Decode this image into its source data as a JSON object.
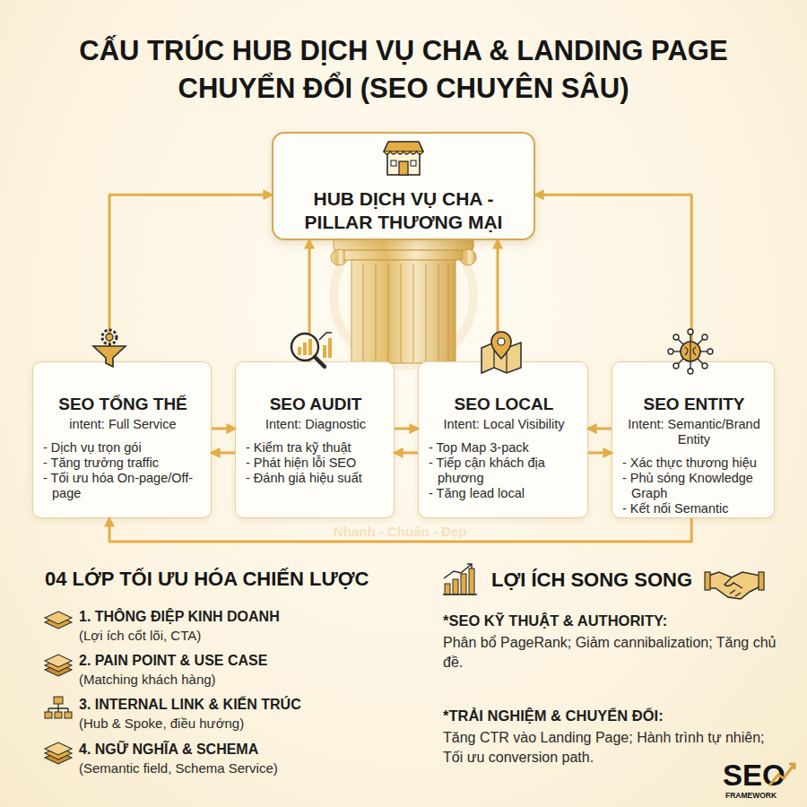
{
  "diagram": {
    "title": "CẤU TRÚC HUB DỊCH VỤ CHA & LANDING PAGE CHUYỂN ĐỔI (SEO CHUYÊN SÂU)",
    "nodes": [
      {
        "text": [
          "HUB DỊCH VỤ CHA - PILLAR THƯƠNG MẠI"
        ]
      },
      {
        "text": [
          "SEO TỔNG THỂ",
          "intent: Full Service",
          "- Dịch vụ trọn gói",
          "- Tăng trưởng traffic",
          "- Tối ưu hóa On-page/Off-page"
        ]
      },
      {
        "text": [
          "SEO AUDIT",
          "Intent: Diagnostic",
          "- Kiểm tra kỹ thuật",
          "- Phát hiện lỗi SEO",
          "- Đánh giá hiệu suất"
        ]
      },
      {
        "text": [
          "SEO LOCAL",
          "Intent: Local Visibility",
          "- Top Map 3-pack",
          "- Tiếp cận khách địa phương",
          "- Tăng lead local"
        ]
      },
      {
        "text": [
          "SEO ENTITY",
          "Intent: Semantic/Brand Entity",
          "- Xác thực thương hiệu",
          "- Phủ sóng Knowledge Graph",
          "- Kết nối Semantic"
        ]
      }
    ],
    "edges": [
      {
        "from": 0,
        "to": 1,
        "arrow": "both"
      },
      {
        "from": 0,
        "to": 2,
        "arrow": "both"
      },
      {
        "from": 0,
        "to": 3,
        "arrow": "both"
      },
      {
        "from": 0,
        "to": 4,
        "arrow": "both"
      },
      {
        "from": 1,
        "to": 2,
        "arrow": "to"
      },
      {
        "from": 2,
        "to": 1,
        "arrow": "to"
      },
      {
        "from": 2,
        "to": 3,
        "arrow": "to"
      },
      {
        "from": 3,
        "to": 2,
        "arrow": "to"
      },
      {
        "from": 4,
        "to": 3,
        "arrow": "to"
      },
      {
        "from": 3,
        "to": 4,
        "arrow": "to"
      },
      {
        "from": 4,
        "to": 1,
        "arrow": "to"
      }
    ],
    "labels": [
      "04 LỚP TỐI ƯU HÓA CHIẾN LƯỢC",
      "1. THÔNG ĐIỆP KINH DOANH",
      "(Lợi ích cốt lõi, CTA)",
      "2. PAIN POINT & USE CASE",
      "(Matching khách hàng)",
      "3. INTERNAL LINK & KIẾN TRÚC",
      "(Hub & Spoke, điều hướng)",
      "4. NGỮ NGHĨA & SCHEMA",
      "(Semantic field, Schema Service)",
      "LỢI ÍCH SONG SONG",
      "*SEO KỸ THUẬT & AUTHORITY:",
      "Phân bổ PageRank; Giảm cannibalization; Tăng chủ đề.",
      "*TRẢI NGHIỆM & CHUYỂN ĐỔI:",
      "Tăng CTR vào Landing Page; Hành trình tự nhiên; Tối ưu conversion path.",
      "SEO",
      "FRAMEWORK",
      "Nhanh - Chuẩn - Đẹp"
    ]
  }
}
